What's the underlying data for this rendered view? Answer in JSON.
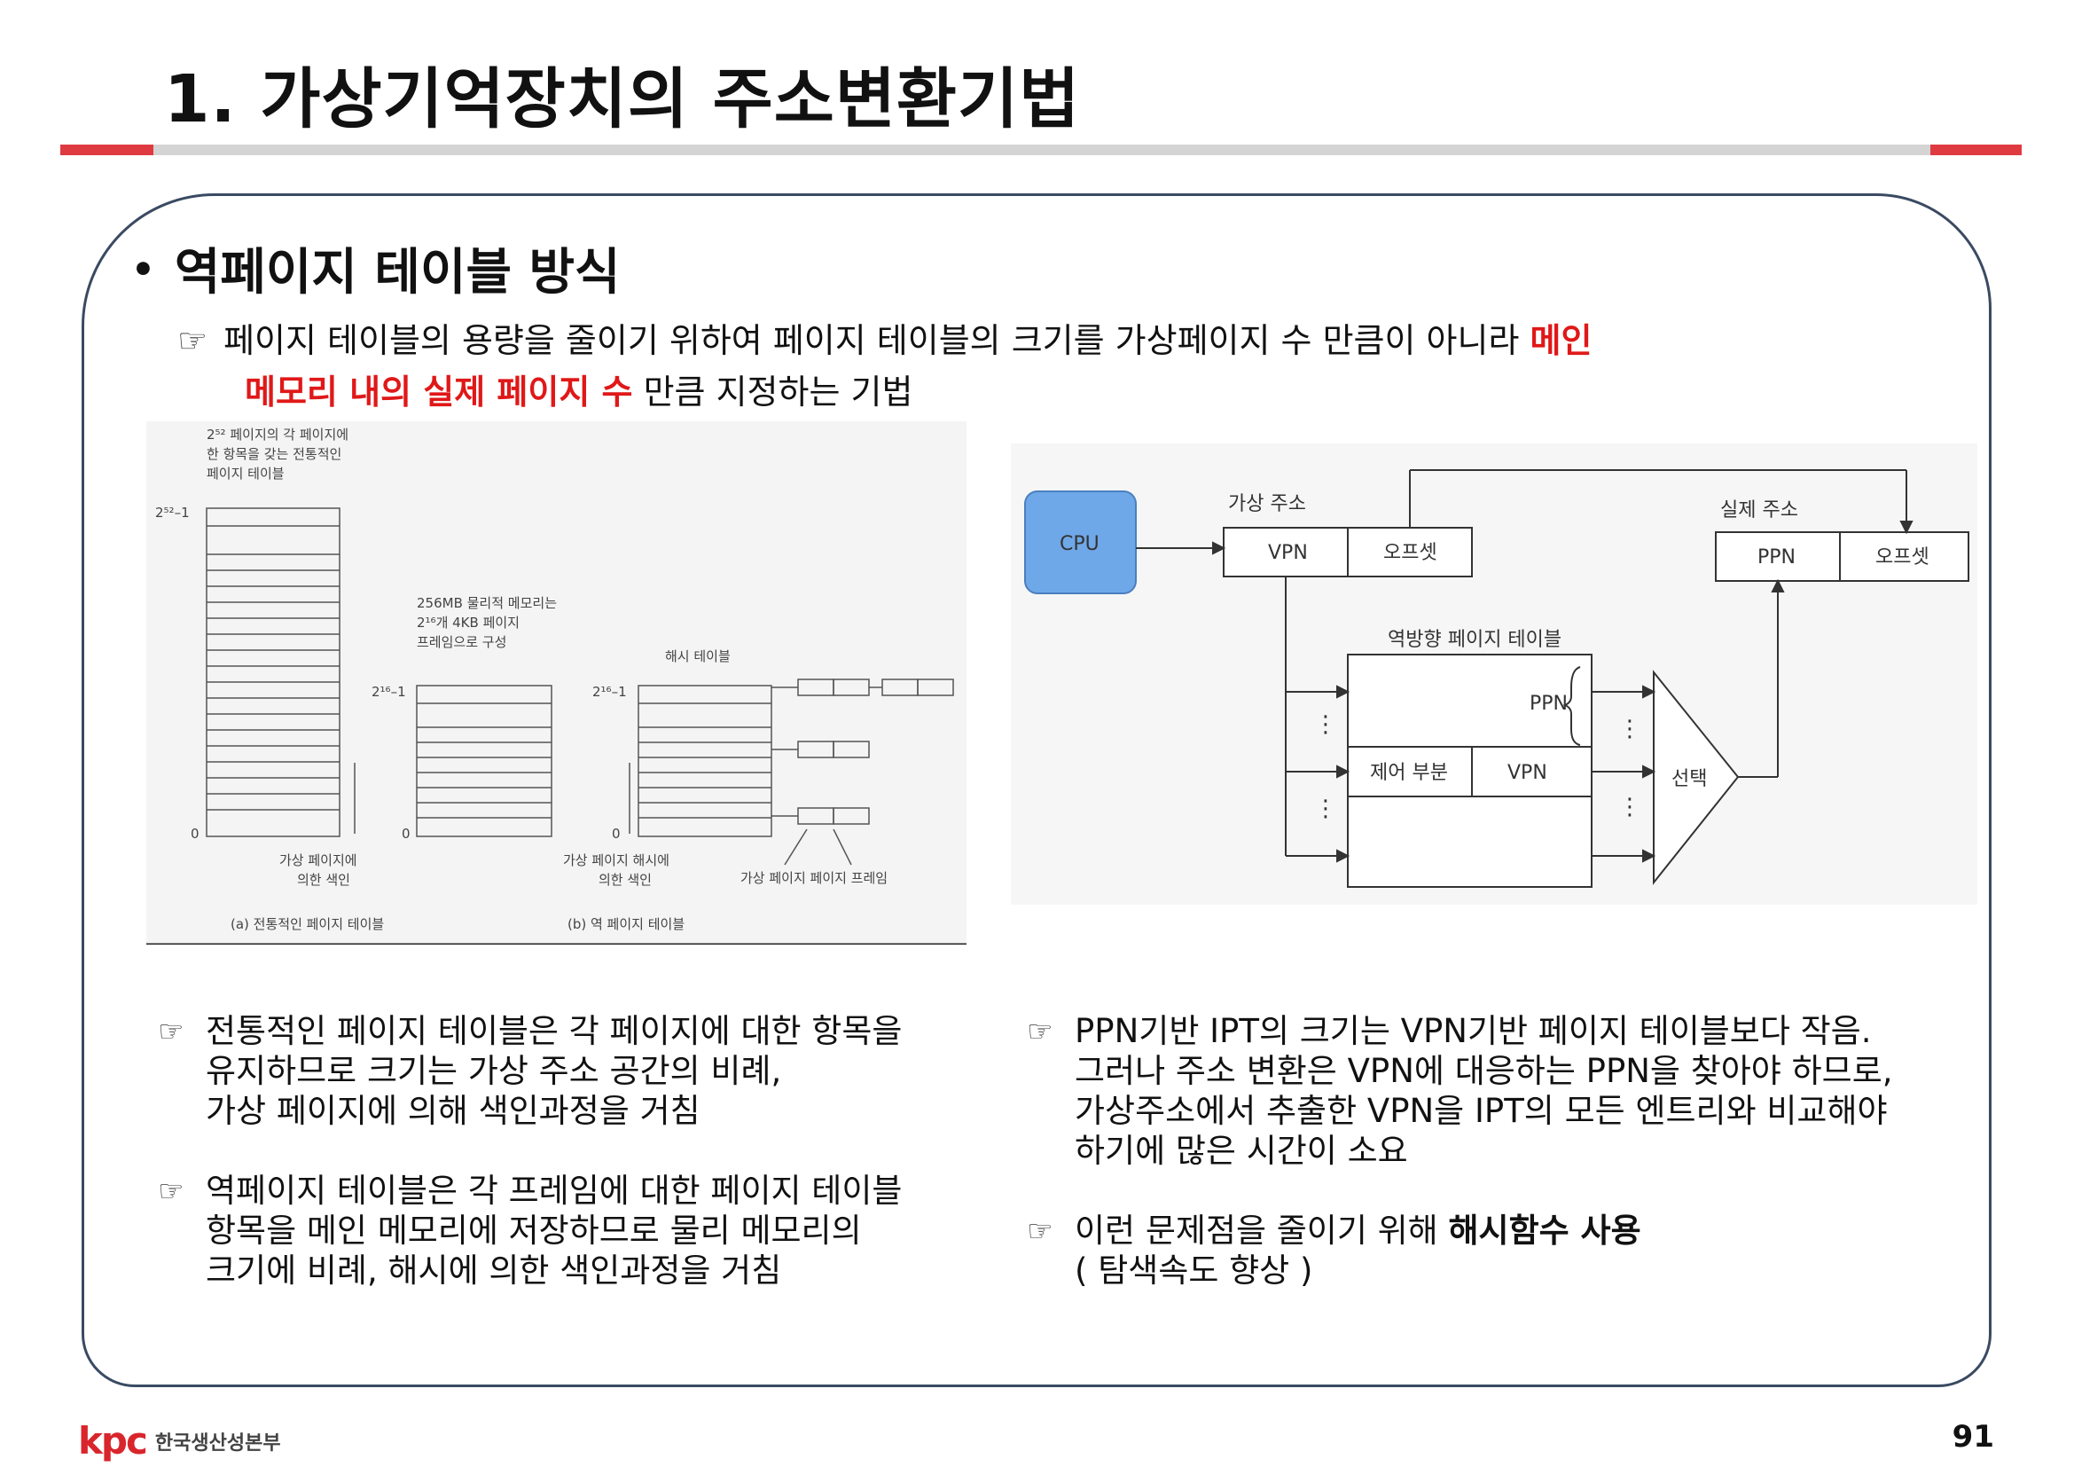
{
  "page": {
    "title": "1. 가상기억장치의 주소변환기법",
    "section_bullet": "•",
    "section_title": "역페이지 테이블 방식",
    "page_number": "91"
  },
  "intro": {
    "icon": "hand-pointing-icon",
    "line1_normal": "페이지 테이블의 용량을 줄이기 위하여 페이지 테이블의 크기를 가상페이지 수 만큼이 아니라 ",
    "line1_red": "메인",
    "line2_red": "메모리 내의 실제 페이지 수",
    "line2_normal": " 만큼 지정하는 기법"
  },
  "figure_left": {
    "caption_top": [
      "2⁵² 페이지의 각 페이지에",
      "한 항목을 갖는 전통적인",
      "페이지 테이블"
    ],
    "label_top_a": "2⁵²–1",
    "label_zero_a": "0",
    "caption_mem": [
      "256MB 물리적 메모리는",
      "2¹⁶개 4KB 페이지",
      "프레임으로 구성"
    ],
    "label_top_b": "2¹⁶–1",
    "label_zero_b": "0",
    "label_hash_title": "해시 테이블",
    "label_top_c": "2¹⁶–1",
    "label_zero_c": "0",
    "index_a": [
      "가상 페이지에",
      "의한 색인"
    ],
    "index_b": [
      "가상 페이지 해시에",
      "의한 색인"
    ],
    "entry_label": "가상 페이지 페이지 프레임",
    "caption_a": "(a) 전통적인 페이지 테이블",
    "caption_b": "(b) 역 페이지 테이블"
  },
  "figure_right": {
    "cpu": "CPU",
    "virtual_addr": "가상 주소",
    "vpn": "VPN",
    "offset": "오프셋",
    "physical_addr": "실제 주소",
    "ppn": "PPN",
    "offset2": "오프셋",
    "ipt_title": "역방향 페이지 테이블",
    "ppn_field": "PPN",
    "control": "제어 부분",
    "vpn_field": "VPN",
    "select": "선택",
    "dots": "⋮"
  },
  "left_column": [
    {
      "icon": "hand-pointing-icon",
      "text": "전통적인 페이지 테이블은 각 페이지에 대한 항목을\n유지하므로 크기는 가상 주소 공간의 비례,\n가상 페이지에 의해 색인과정을 거침"
    },
    {
      "icon": "hand-pointing-icon",
      "text": "역페이지 테이블은 각 프레임에 대한 페이지 테이블\n항목을 메인 메모리에 저장하므로 물리 메모리의\n크기에 비례, 해시에 의한 색인과정을 거침"
    }
  ],
  "right_column": [
    {
      "icon": "hand-pointing-icon",
      "text": "PPN기반 IPT의 크기는 VPN기반 페이지 테이블보다 작음.\n그러나 주소 변환은 VPN에 대응하는 PPN을 찾아야 하므로,\n가상주소에서 추출한 VPN을 IPT의 모든 엔트리와 비교해야\n하기에 많은 시간이 소요"
    },
    {
      "icon": "hand-pointing-icon",
      "text_before": "이런 문제점을 줄이기 위해 ",
      "text_bold": "해시함수 사용",
      "text_after": "\n( 탐색속도 향상 )"
    }
  ],
  "footer": {
    "logo_mark": "kpc",
    "logo_org": "한국생산성본부"
  },
  "colors": {
    "accent_red": "#e03a41",
    "emphasis_red": "#e01818",
    "frame_border": "#3a4a62",
    "cpu_blue": "#6fa8e8"
  }
}
